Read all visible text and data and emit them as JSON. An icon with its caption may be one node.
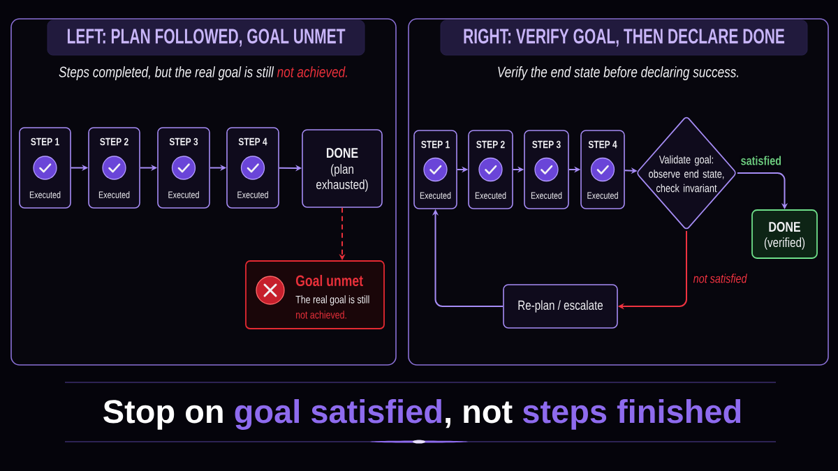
{
  "diagram": {
    "nodes": [
      {
        "text": [
          "Steps completed, but the real goal is still",
          "not achieved."
        ]
      },
      {
        "text": [
          "LEFT: PLAN FOLLOWED, GOAL UNMET"
        ],
        "in": 0
      },
      {
        "text": [
          "STEP 1",
          "Executed"
        ],
        "in": 0
      },
      {
        "text": [
          "STEP 2",
          "Executed"
        ],
        "in": 0
      },
      {
        "text": [
          "STEP 3",
          "Executed"
        ],
        "in": 0
      },
      {
        "text": [
          "STEP 4",
          "Executed"
        ],
        "in": 0
      },
      {
        "text": [
          "DONE",
          "(plan exhausted)"
        ],
        "in": 0
      },
      {
        "text": [
          "Goal unmet",
          "The real goal is still",
          "not achieved."
        ],
        "in": 0
      },
      {
        "text": [
          "Verify the end state before declaring success."
        ]
      },
      {
        "text": [
          "RIGHT: VERIFY GOAL, THEN DECLARE DONE"
        ],
        "in": 8
      },
      {
        "text": [
          "STEP 1",
          "Executed"
        ],
        "in": 8
      },
      {
        "text": [
          "STEP 2",
          "Executed"
        ],
        "in": 8
      },
      {
        "text": [
          "STEP 3",
          "Executed"
        ],
        "in": 8
      },
      {
        "text": [
          "STEP 4",
          "Executed"
        ],
        "in": 8
      },
      {
        "text": [
          "Validate goal: observe end state, check invariant"
        ],
        "in": 8
      },
      {
        "text": [
          "DONE",
          "(verified)"
        ],
        "in": 8
      },
      {
        "text": [
          "Re-plan / escalate"
        ],
        "in": 8
      }
    ],
    "edges": [
      {
        "from": 2,
        "to": 3,
        "arrow": "to"
      },
      {
        "from": 3,
        "to": 4,
        "arrow": "to"
      },
      {
        "from": 4,
        "to": 5,
        "arrow": "to"
      },
      {
        "from": 5,
        "to": 6,
        "arrow": "to"
      },
      {
        "from": 6,
        "to": 7,
        "arrow": "to",
        "style": "dashed",
        "color": "#e8303a"
      },
      {
        "from": 10,
        "to": 11,
        "arrow": "to"
      },
      {
        "from": 11,
        "to": 12,
        "arrow": "to"
      },
      {
        "from": 12,
        "to": 13,
        "arrow": "to"
      },
      {
        "from": 13,
        "to": 14,
        "arrow": "to"
      },
      {
        "from": 14,
        "to": 15,
        "arrow": "to",
        "label": "satisfied"
      },
      {
        "from": 14,
        "to": 16,
        "arrow": "to",
        "label": "not satisfied",
        "color": "#ee3340"
      },
      {
        "from": 16,
        "to": 10,
        "arrow": "to"
      }
    ],
    "labels": [
      "Stop on",
      "goal satisfied",
      ", not",
      "steps finished"
    ]
  }
}
